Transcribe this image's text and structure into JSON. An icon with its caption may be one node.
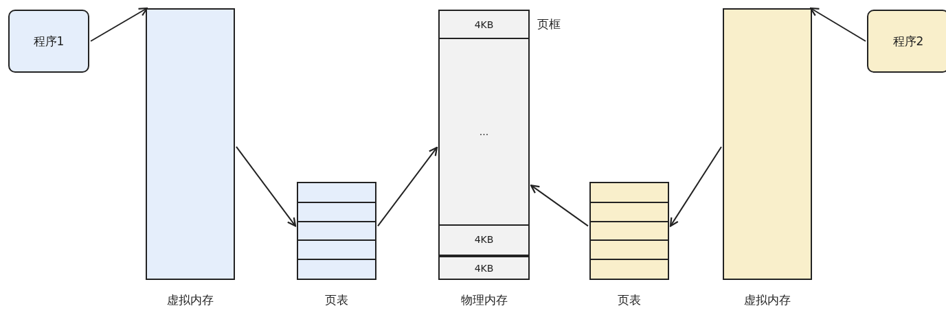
{
  "diagram": {
    "nodes": [
      {
        "text": [
          "程序1"
        ]
      },
      {
        "text": [
          "虚拟内存"
        ]
      },
      {
        "text": [
          "页表"
        ]
      },
      {
        "text": [
          "物理内存"
        ]
      },
      {
        "text": [
          "4KB"
        ],
        "in": 3
      },
      {
        "text": [
          "..."
        ],
        "in": 3
      },
      {
        "text": [
          "4KB"
        ],
        "in": 3
      },
      {
        "text": [
          "4KB"
        ],
        "in": 3
      },
      {
        "text": [
          "页表"
        ]
      },
      {
        "text": [
          "虚拟内存"
        ]
      },
      {
        "text": [
          "程序2"
        ]
      }
    ],
    "edges": [
      {
        "from": 0,
        "to": 1,
        "arrow": "to"
      },
      {
        "from": 1,
        "to": 2,
        "arrow": "to"
      },
      {
        "from": 2,
        "to": 3,
        "arrow": "to"
      },
      {
        "from": 8,
        "to": 3,
        "arrow": "to"
      },
      {
        "from": 9,
        "to": 8,
        "arrow": "to"
      },
      {
        "from": 10,
        "to": 9,
        "arrow": "to"
      }
    ],
    "labels": [
      "页框"
    ]
  }
}
